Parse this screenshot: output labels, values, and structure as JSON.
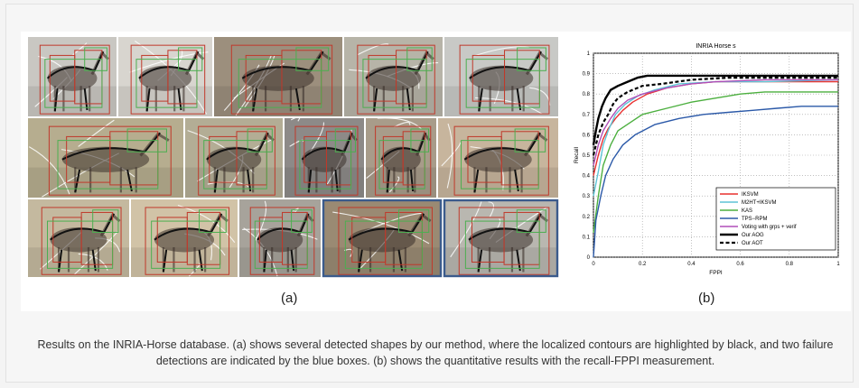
{
  "panel_a": {
    "label": "(a)",
    "thumbnails": [
      {
        "failure": false,
        "bg": "#c9c7c2"
      },
      {
        "failure": false,
        "bg": "#d8d5cf"
      },
      {
        "failure": false,
        "bg": "#9c8f7d"
      },
      {
        "failure": false,
        "bg": "#b7b4a8"
      },
      {
        "failure": false,
        "bg": "#c8c9c6"
      },
      {
        "failure": false,
        "bg": "#b6ad8f"
      },
      {
        "failure": false,
        "bg": "#b3ad95"
      },
      {
        "failure": false,
        "bg": "#8d8a88"
      },
      {
        "failure": false,
        "bg": "#a89c8a"
      },
      {
        "failure": false,
        "bg": "#c7b59d"
      },
      {
        "failure": false,
        "bg": "#c4b99f"
      },
      {
        "failure": false,
        "bg": "#d1c3a7"
      },
      {
        "failure": false,
        "bg": "#a7a39b"
      },
      {
        "failure": true,
        "bg": "#9a8a73"
      },
      {
        "failure": true,
        "bg": "#b9b7b0"
      }
    ],
    "colors": {
      "detection_box": "#c0392b",
      "part_box": "#4caf50",
      "contour": "#111111",
      "edges": "#ffffff",
      "failure_box": "#3b5b8c"
    }
  },
  "panel_b": {
    "label": "(b)"
  },
  "chart_data": {
    "type": "line",
    "title": "INRIA Horse  s",
    "xlabel": "FPPI",
    "ylabel": "Recall",
    "xlim": [
      0,
      1
    ],
    "ylim": [
      0,
      1
    ],
    "xticks": [
      "0",
      "0.2",
      "0.4",
      "0.6",
      "0.8",
      "1"
    ],
    "yticks": [
      "0",
      "0.1",
      "0.2",
      "0.3",
      "0.4",
      "0.5",
      "0.6",
      "0.7",
      "0.8",
      "0.9",
      "1"
    ],
    "grid": true,
    "legend_position": "bottom-right",
    "series": [
      {
        "name": "IKSVM",
        "color": "#e8302f",
        "dash": false,
        "width": 1.4,
        "points": [
          [
            0.0,
            0.4
          ],
          [
            0.02,
            0.5
          ],
          [
            0.04,
            0.58
          ],
          [
            0.06,
            0.63
          ],
          [
            0.09,
            0.68
          ],
          [
            0.12,
            0.72
          ],
          [
            0.16,
            0.76
          ],
          [
            0.22,
            0.8
          ],
          [
            0.3,
            0.83
          ],
          [
            0.4,
            0.85
          ],
          [
            0.5,
            0.86
          ],
          [
            0.6,
            0.86
          ],
          [
            0.8,
            0.86
          ],
          [
            1.0,
            0.86
          ]
        ]
      },
      {
        "name": "M2HT+IKSVM",
        "color": "#5ec4d6",
        "dash": false,
        "width": 1.4,
        "points": [
          [
            0.0,
            0.3
          ],
          [
            0.02,
            0.42
          ],
          [
            0.04,
            0.55
          ],
          [
            0.06,
            0.62
          ],
          [
            0.09,
            0.7
          ],
          [
            0.13,
            0.75
          ],
          [
            0.18,
            0.79
          ],
          [
            0.25,
            0.82
          ],
          [
            0.35,
            0.85
          ],
          [
            0.5,
            0.86
          ],
          [
            0.7,
            0.86
          ],
          [
            1.0,
            0.87
          ]
        ]
      },
      {
        "name": "KAS",
        "color": "#4caf3f",
        "dash": false,
        "width": 1.4,
        "points": [
          [
            0.0,
            0.12
          ],
          [
            0.02,
            0.3
          ],
          [
            0.04,
            0.45
          ],
          [
            0.07,
            0.55
          ],
          [
            0.1,
            0.62
          ],
          [
            0.15,
            0.66
          ],
          [
            0.2,
            0.7
          ],
          [
            0.3,
            0.73
          ],
          [
            0.4,
            0.76
          ],
          [
            0.5,
            0.78
          ],
          [
            0.6,
            0.8
          ],
          [
            0.7,
            0.81
          ],
          [
            0.8,
            0.81
          ],
          [
            1.0,
            0.81
          ]
        ]
      },
      {
        "name": "TPS−RPM",
        "color": "#2b59a8",
        "dash": false,
        "width": 1.4,
        "points": [
          [
            0.0,
            0.0
          ],
          [
            0.01,
            0.18
          ],
          [
            0.03,
            0.3
          ],
          [
            0.05,
            0.4
          ],
          [
            0.08,
            0.48
          ],
          [
            0.12,
            0.55
          ],
          [
            0.17,
            0.6
          ],
          [
            0.25,
            0.65
          ],
          [
            0.35,
            0.68
          ],
          [
            0.45,
            0.7
          ],
          [
            0.55,
            0.71
          ],
          [
            0.65,
            0.72
          ],
          [
            0.75,
            0.73
          ],
          [
            0.85,
            0.74
          ],
          [
            1.0,
            0.74
          ]
        ]
      },
      {
        "name": "Voting with grps + verif",
        "color": "#b04fb8",
        "dash": false,
        "width": 1.4,
        "points": [
          [
            0.0,
            0.45
          ],
          [
            0.02,
            0.55
          ],
          [
            0.04,
            0.62
          ],
          [
            0.07,
            0.68
          ],
          [
            0.1,
            0.73
          ],
          [
            0.14,
            0.77
          ],
          [
            0.2,
            0.8
          ],
          [
            0.3,
            0.83
          ],
          [
            0.4,
            0.85
          ],
          [
            0.5,
            0.86
          ],
          [
            0.7,
            0.87
          ],
          [
            1.0,
            0.87
          ]
        ]
      },
      {
        "name": "Our AOG",
        "color": "#000000",
        "dash": false,
        "width": 2.4,
        "points": [
          [
            0.0,
            0.55
          ],
          [
            0.01,
            0.62
          ],
          [
            0.02,
            0.68
          ],
          [
            0.035,
            0.74
          ],
          [
            0.05,
            0.78
          ],
          [
            0.07,
            0.82
          ],
          [
            0.1,
            0.84
          ],
          [
            0.14,
            0.86
          ],
          [
            0.18,
            0.88
          ],
          [
            0.22,
            0.89
          ],
          [
            0.4,
            0.89
          ],
          [
            0.6,
            0.89
          ],
          [
            0.8,
            0.89
          ],
          [
            1.0,
            0.89
          ]
        ]
      },
      {
        "name": "Our AOT",
        "color": "#000000",
        "dash": true,
        "width": 2.2,
        "points": [
          [
            0.0,
            0.5
          ],
          [
            0.02,
            0.6
          ],
          [
            0.04,
            0.66
          ],
          [
            0.06,
            0.7
          ],
          [
            0.08,
            0.75
          ],
          [
            0.1,
            0.78
          ],
          [
            0.14,
            0.81
          ],
          [
            0.2,
            0.84
          ],
          [
            0.28,
            0.85
          ],
          [
            0.4,
            0.87
          ],
          [
            0.55,
            0.88
          ],
          [
            0.7,
            0.88
          ],
          [
            1.0,
            0.88
          ]
        ]
      }
    ]
  },
  "caption": {
    "text": "Results on the INRIA-Horse database. (a) shows several detected shapes by our method, where the localized contours are highlighted by black, and two failure detections are indicated by the blue boxes. (b) shows the quantitative results with the recall-FPPI measurement."
  }
}
